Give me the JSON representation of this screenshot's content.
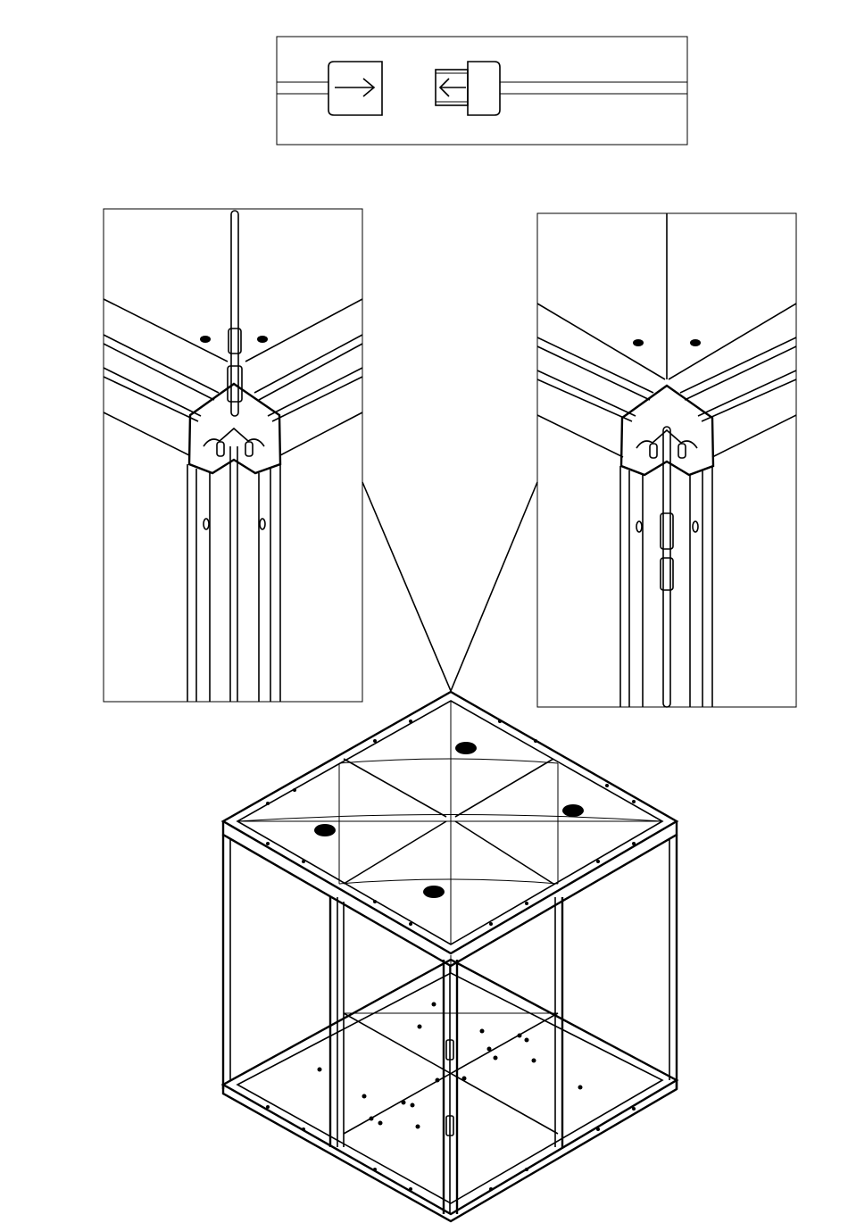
{
  "diagram": {
    "panels": [
      {
        "name": "connector-detail",
        "shows": "arrow-right-then-arrow-left-connector"
      },
      {
        "name": "corner-detail-left",
        "shows": "rod-lowered-into-corner-bracket"
      },
      {
        "name": "corner-detail-right",
        "shows": "rod-inserted-through-corner-bracket"
      }
    ],
    "main_illustration": "assembled-cabinet-frame-isometric",
    "icons": [
      "arrow-right-icon",
      "arrow-left-icon"
    ],
    "colors": {
      "line": "#000000",
      "background": "#ffffff"
    }
  }
}
